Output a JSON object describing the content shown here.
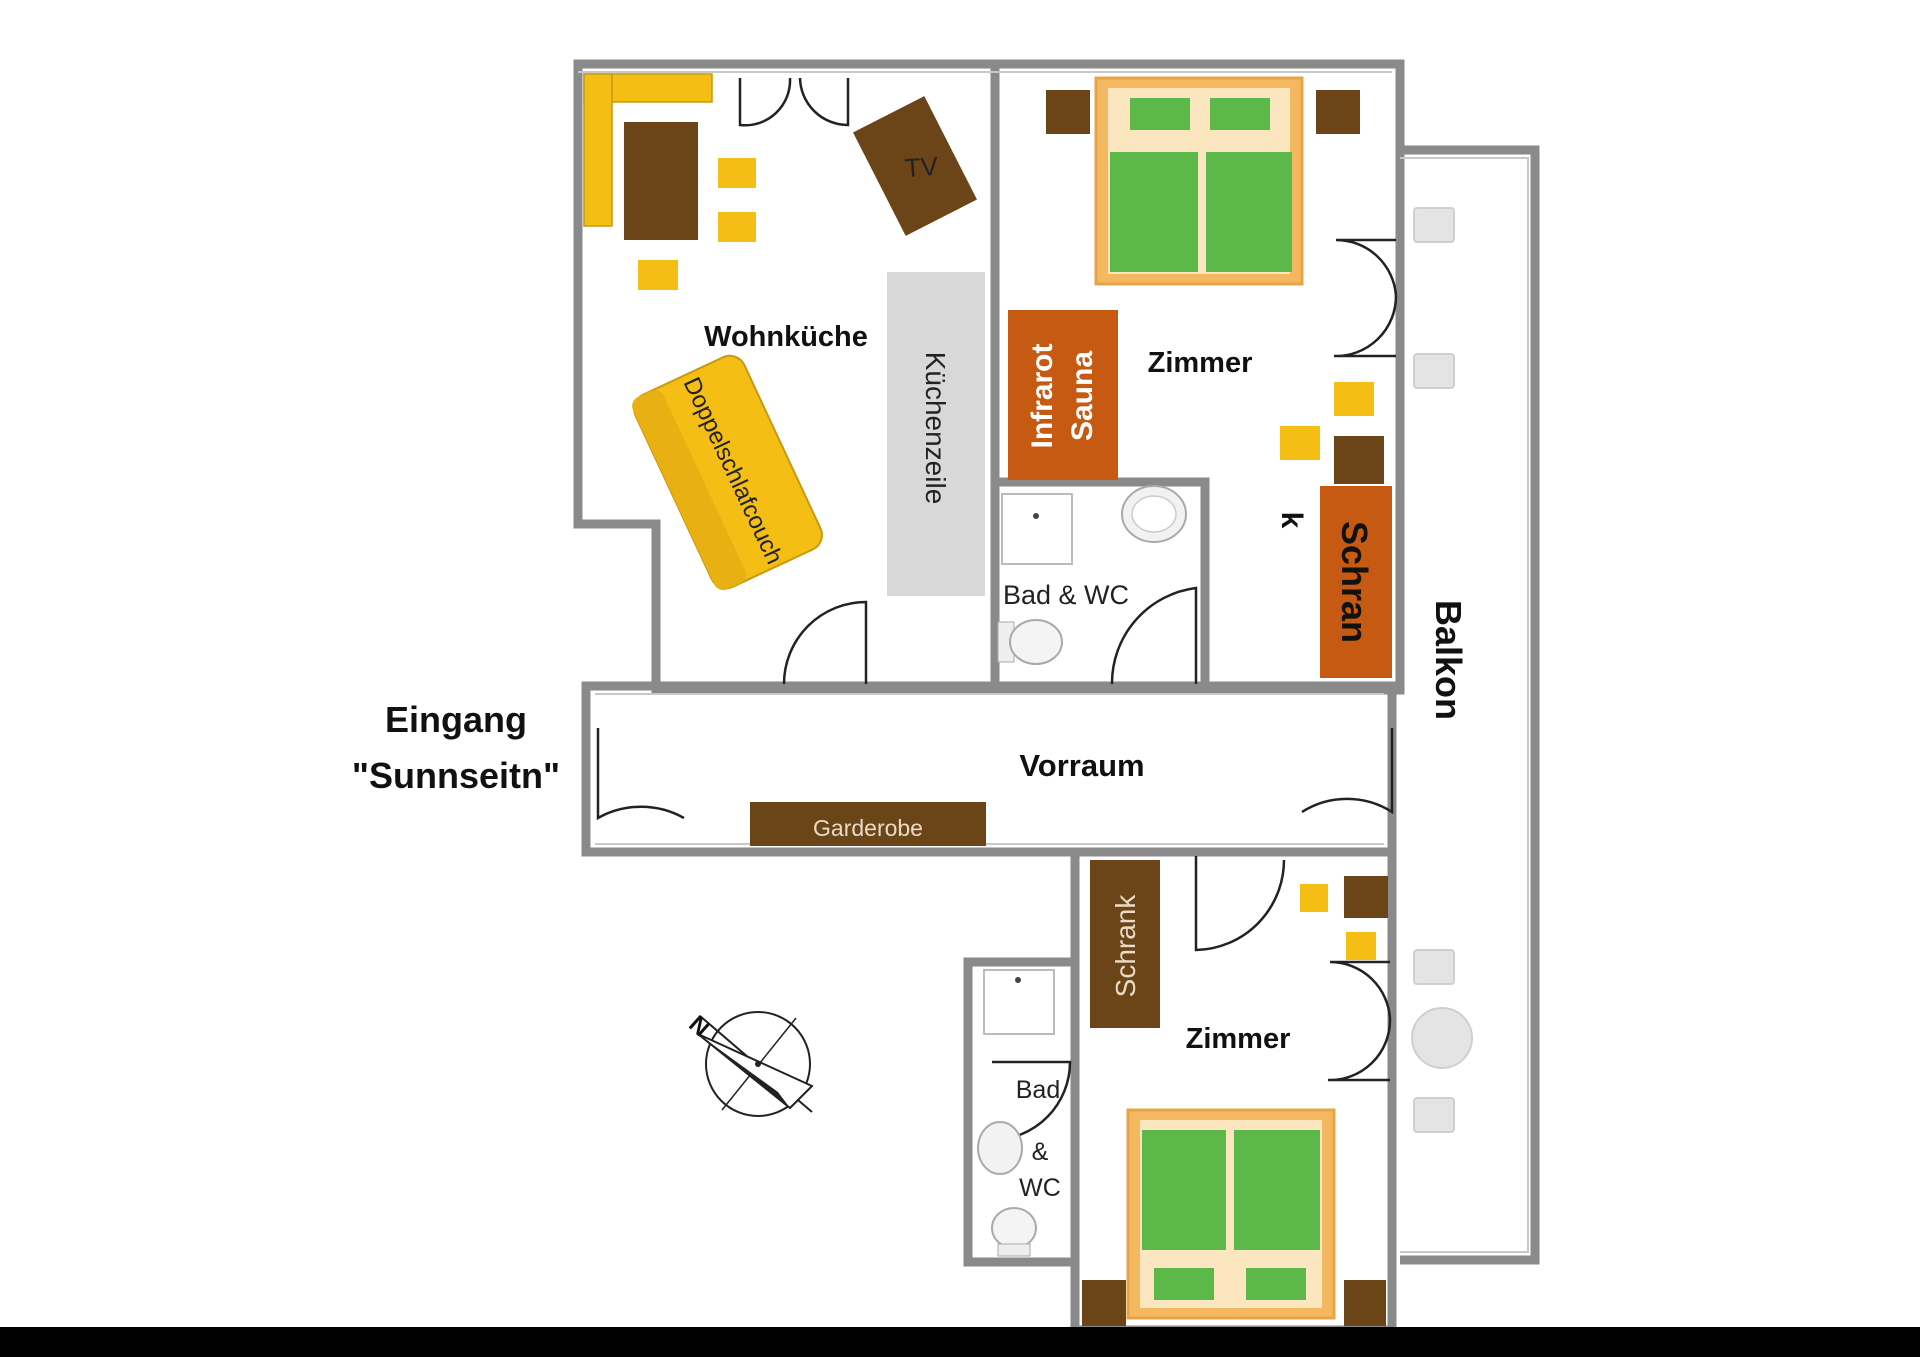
{
  "rooms": {
    "wohnkueche": "Wohnküche",
    "zimmer_top": "Zimmer",
    "zimmer_bottom": "Zimmer",
    "bad_wc_top": "Bad & WC",
    "vorraum": "Vorraum",
    "balkon": "Balkon",
    "bad_wc_bottom": [
      "Bad",
      "&",
      "WC"
    ]
  },
  "entrance": {
    "line1": "Eingang",
    "line2": "\"Sunnseitn\""
  },
  "furniture": {
    "tv": "TV",
    "kuechenzeile": "Küchenzeile",
    "doppelschlafcouch": "Doppelschlafcouch",
    "garderobe": "Garderobe",
    "schrank_bottom": "Schrank",
    "schrank_top_main": "Schran",
    "schrank_top_k": "k",
    "sauna_line1": "Infrarot",
    "sauna_line2": "Sauna"
  },
  "compass": {
    "north": "N"
  },
  "colors": {
    "wall": "#8a8a8a",
    "wood": "#6b4418",
    "yellow": "#f5be14",
    "bed_frame": "#f4b960",
    "bed_mattress": "#5cb848",
    "orange_label": "#c75a12",
    "kitchen": "#d8d8d8"
  }
}
